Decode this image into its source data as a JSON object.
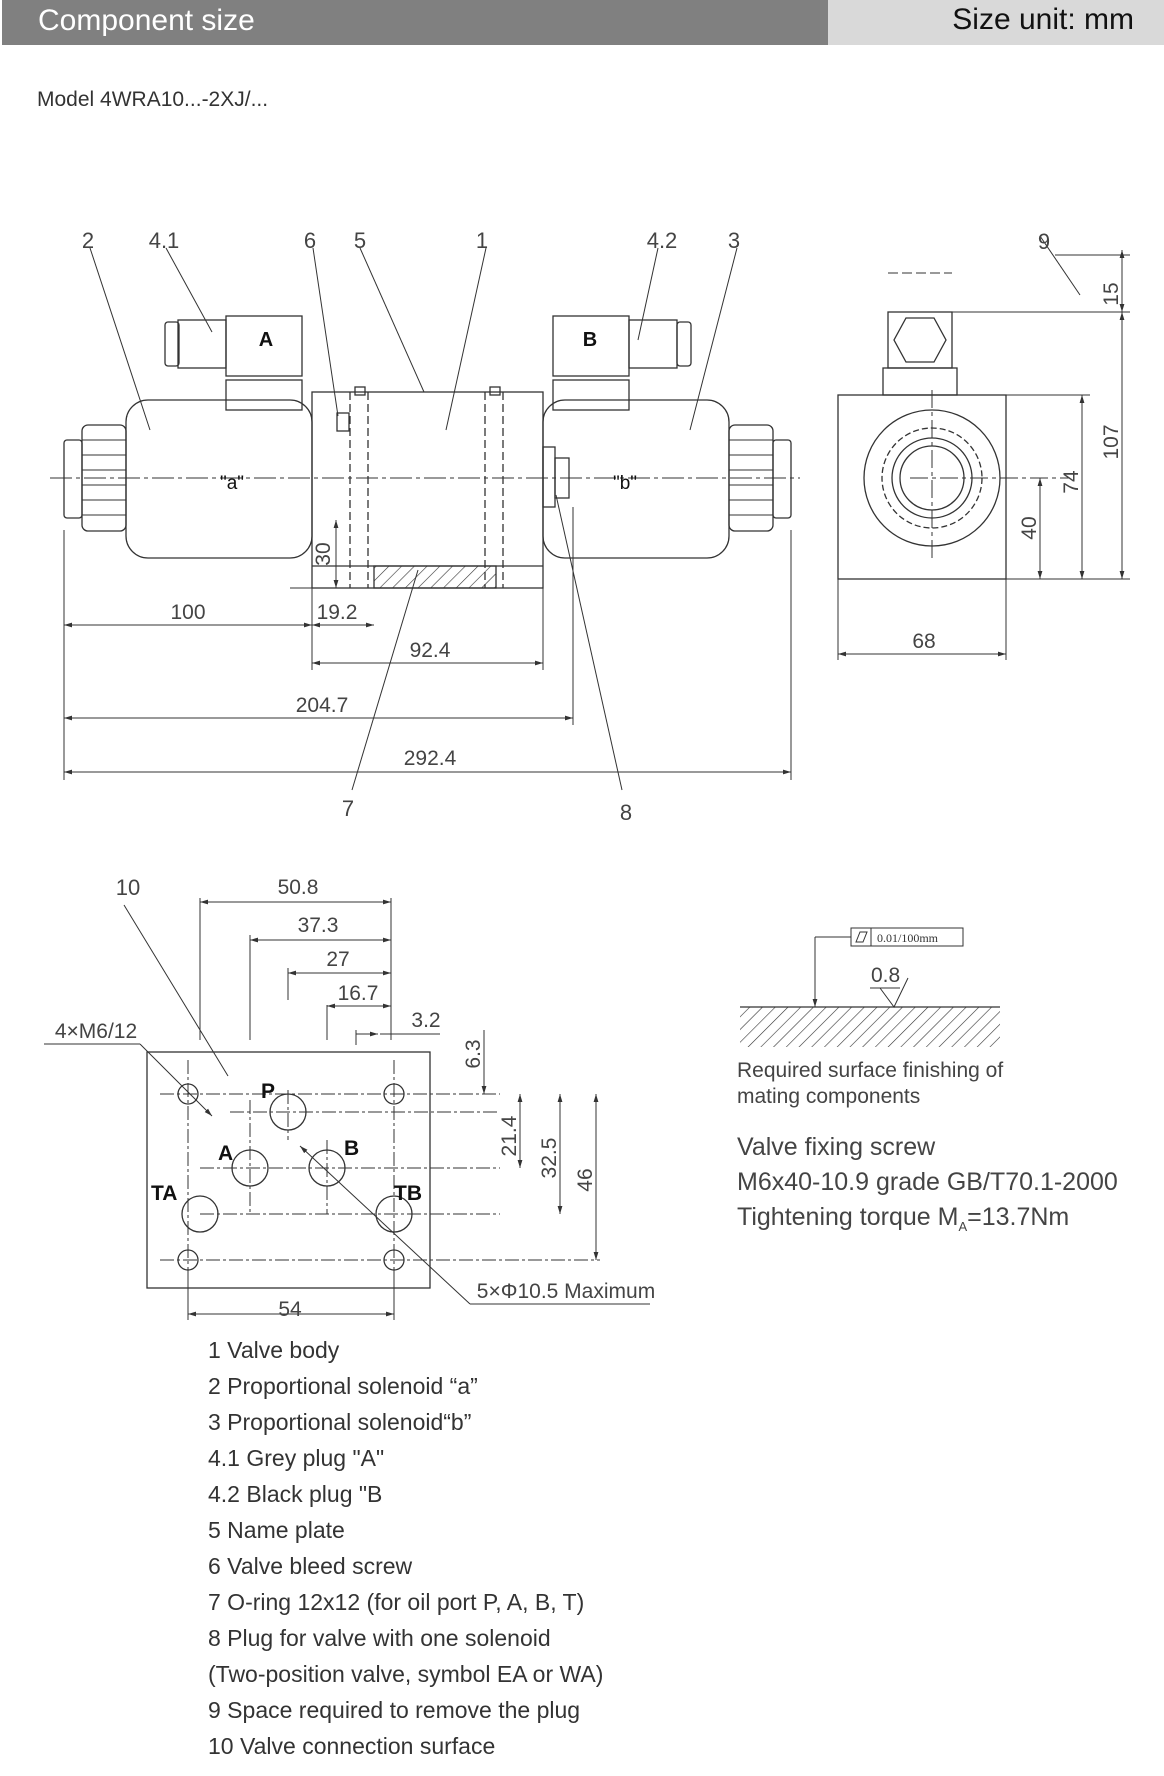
{
  "header": {
    "title": "Component size",
    "unit": "Size unit: mm"
  },
  "model": "Model 4WRA10...-2XJ/...",
  "callouts": {
    "c2": "2",
    "c41": "4.1",
    "c6": "6",
    "c5": "5",
    "c1": "1",
    "c42": "4.2",
    "c3": "3",
    "c7": "7",
    "c8": "8",
    "c9": "9",
    "c10": "10"
  },
  "labels": {
    "plugA": "A",
    "plugB": "B",
    "solA": "\"a\"",
    "solB": "\"b\"",
    "portP": "P",
    "portA": "A",
    "portB": "B",
    "portTA": "TA",
    "portTB": "TB"
  },
  "dims_front": {
    "d100": "100",
    "d192": "19.2",
    "d924": "92.4",
    "d2047": "204.7",
    "d2924": "292.4",
    "d30": "30"
  },
  "dims_side": {
    "d15": "15",
    "d107": "107",
    "d74": "74",
    "d40": "40",
    "d68": "68"
  },
  "dims_surface": {
    "d508": "50.8",
    "d373": "37.3",
    "d27": "27",
    "d167": "16.7",
    "d32": "3.2",
    "d63": "6.3",
    "d214": "21.4",
    "d325": "32.5",
    "d46": "46",
    "d54": "54",
    "thread": "4×M6/12",
    "ports": "5×Φ10.5 Maximum"
  },
  "finish": {
    "flatness": "0.01/100mm",
    "roughness": "0.8"
  },
  "notes": {
    "line1": "Required surface finishing of",
    "line2": "mating components"
  },
  "screw": {
    "title": "Valve fixing screw",
    "spec": "M6x40-10.9 grade GB/T70.1-2000",
    "torque_prefix": "Tightening torque M",
    "torque_sub": "A",
    "torque_suffix": "=13.7Nm"
  },
  "legend": [
    "1 Valve body",
    "2 Proportional solenoid “a”",
    "3 Proportional solenoid“b”",
    "4.1 Grey plug \"A\"",
    "4.2 Black plug \"B",
    "5 Name plate",
    "6 Valve bleed screw",
    "7 O-ring 12x12 (for oil port P, A, B, T)",
    "8 Plug for valve with one solenoid",
    "(Two-position valve, symbol EA or WA)",
    "9 Space required to remove the plug",
    "10 Valve connection surface"
  ]
}
